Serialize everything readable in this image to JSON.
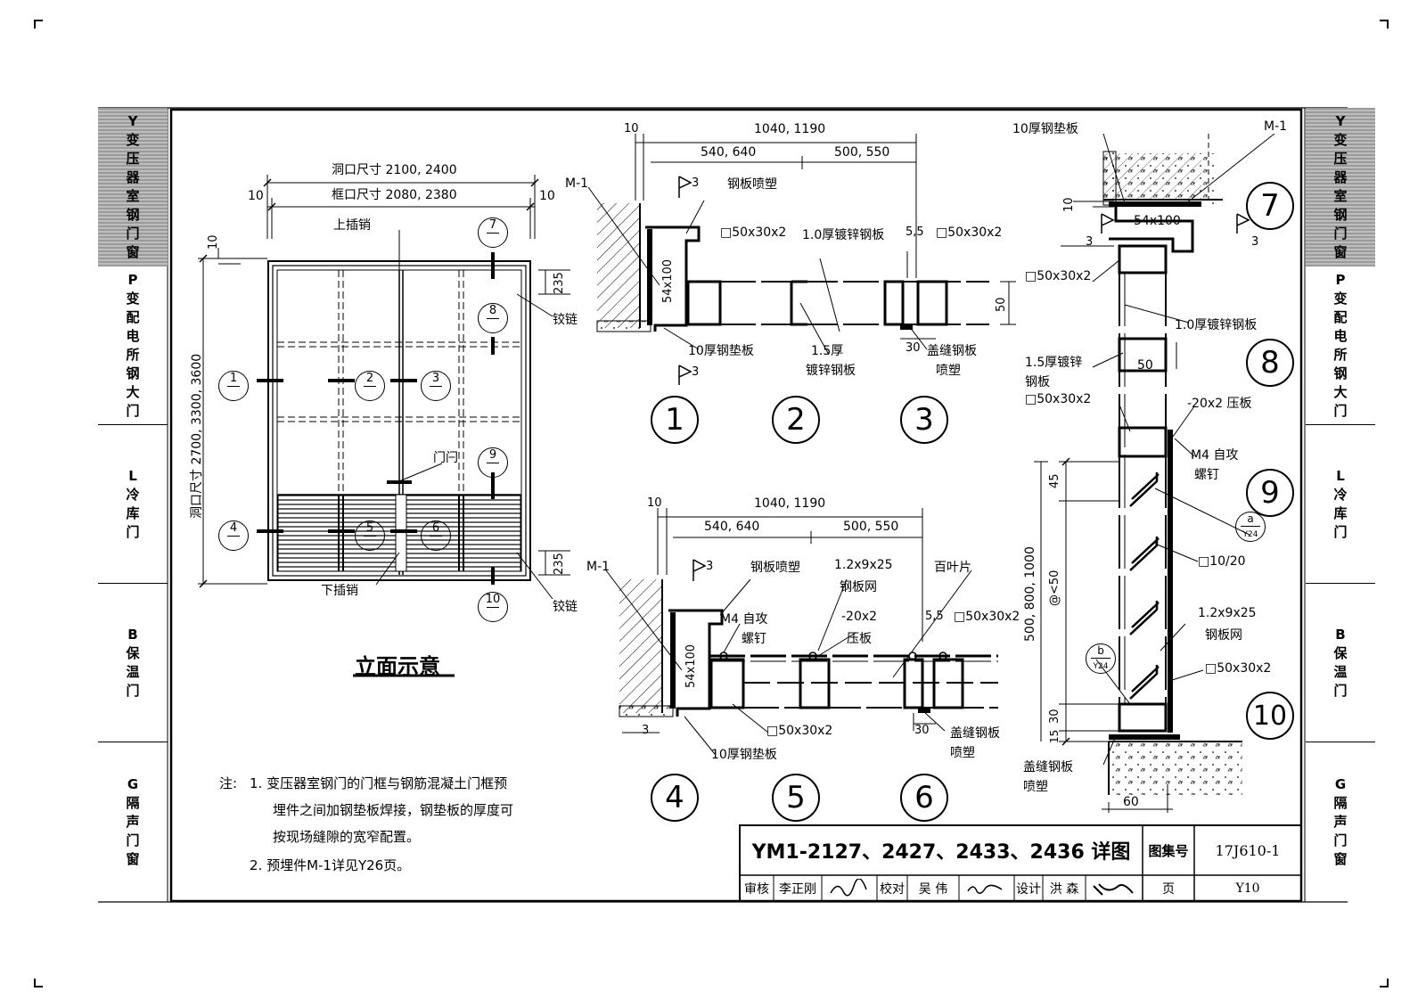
{
  "side_tabs": [
    {
      "code": "Y",
      "label": [
        "变",
        "压",
        "器",
        "室",
        "钢",
        "门",
        "窗"
      ],
      "active": true
    },
    {
      "code": "P",
      "label": [
        "变",
        "配",
        "电",
        "所",
        "钢",
        "大",
        "门"
      ],
      "active": false
    },
    {
      "code": "L",
      "label": [
        "冷",
        "库",
        "门"
      ],
      "active": false
    },
    {
      "code": "B",
      "label": [
        "保",
        "温",
        "门"
      ],
      "active": false
    },
    {
      "code": "G",
      "label": [
        "隔",
        "声",
        "门",
        "窗"
      ],
      "active": false
    }
  ],
  "elevation": {
    "opening_size": "洞口尺寸 2100, 2400",
    "frame_size": "框口尺寸 2080, 2380",
    "margin": "10",
    "height": "洞口尺寸 2700, 3300, 3600",
    "top_bolt": "上插销",
    "bottom_bolt": "下插销",
    "latch": "门闩",
    "hinge": "铰链",
    "dim_235": "235",
    "title": "立面示意",
    "markers": [
      "1",
      "2",
      "3",
      "4",
      "5",
      "6",
      "7",
      "8",
      "9",
      "10"
    ]
  },
  "section_top": {
    "dim_total": "1040, 1190",
    "dim_left": "540, 640",
    "dim_right": "500, 550",
    "dim_10": "10",
    "m1": "M-1",
    "spray": "钢板喷塑",
    "tube": "□50x30x2",
    "galv_10": "1.0厚镀锌钢板",
    "gap": "5,5",
    "size_54": "54x100",
    "pad": "10厚钢垫板",
    "galv_15a": "1.5厚",
    "galv_15b": "镀锌钢板",
    "dim_30": "30",
    "cover_a": "盖缝钢板",
    "cover_b": "喷塑",
    "dim_50": "50",
    "weld": "3"
  },
  "section_bottom": {
    "mesh_a": "1.2x9x25",
    "mesh_b": "钢板网",
    "louver": "百叶片",
    "screw_a": "M4 自攻",
    "screw_b": "螺钉",
    "plate_a": "-20x2",
    "plate_b": "压板"
  },
  "section_right": {
    "pad": "10厚钢垫板",
    "m1": "M-1",
    "size": "54x100",
    "dim_10": "10",
    "tube": "□50x30x2",
    "galv_10": "1.0厚镀锌钢板",
    "galv_15a": "1.5厚镀锌",
    "galv_15b": "钢板",
    "dim_50": "50",
    "plate": "-20x2 压板",
    "screw_a": "M4 自攻",
    "screw_b": "螺钉",
    "ref_a_top": "a",
    "ref_a_bot": "Y24",
    "ref_b_top": "b",
    "ref_b_bot": "Y24",
    "sq": "□10/20",
    "mesh_a": "1.2x9x25",
    "mesh_b": "钢板网",
    "dim_height": "500, 800, 1000",
    "dim_spacing": "@<50",
    "dim_45": "45",
    "dim_30": "30",
    "dim_15": "15",
    "dim_60": "60",
    "cover_a": "盖缝钢板",
    "cover_b": "喷塑"
  },
  "section_numbers": [
    "1",
    "2",
    "3",
    "4",
    "5",
    "6",
    "7",
    "8",
    "9",
    "10"
  ],
  "notes": {
    "prefix": "注:",
    "line1": "1. 变压器室钢门的门框与钢筋混凝土门框预",
    "line2": "埋件之间加钢垫板焊接，钢垫板的厚度可",
    "line3": "按现场缝隙的宽窄配置。",
    "line4": "2. 预埋件M-1详见Y26页。"
  },
  "title_block": {
    "title": "YM1-2127、2427、2433、2436 详图",
    "atlas_label": "图集号",
    "atlas_no": "17J610-1",
    "review_label": "审核",
    "reviewer": "李正刚",
    "check_label": "校对",
    "checker": "吴 伟",
    "design_label": "设计",
    "designer": "洪 森",
    "page_label": "页",
    "page_no": "Y10"
  }
}
